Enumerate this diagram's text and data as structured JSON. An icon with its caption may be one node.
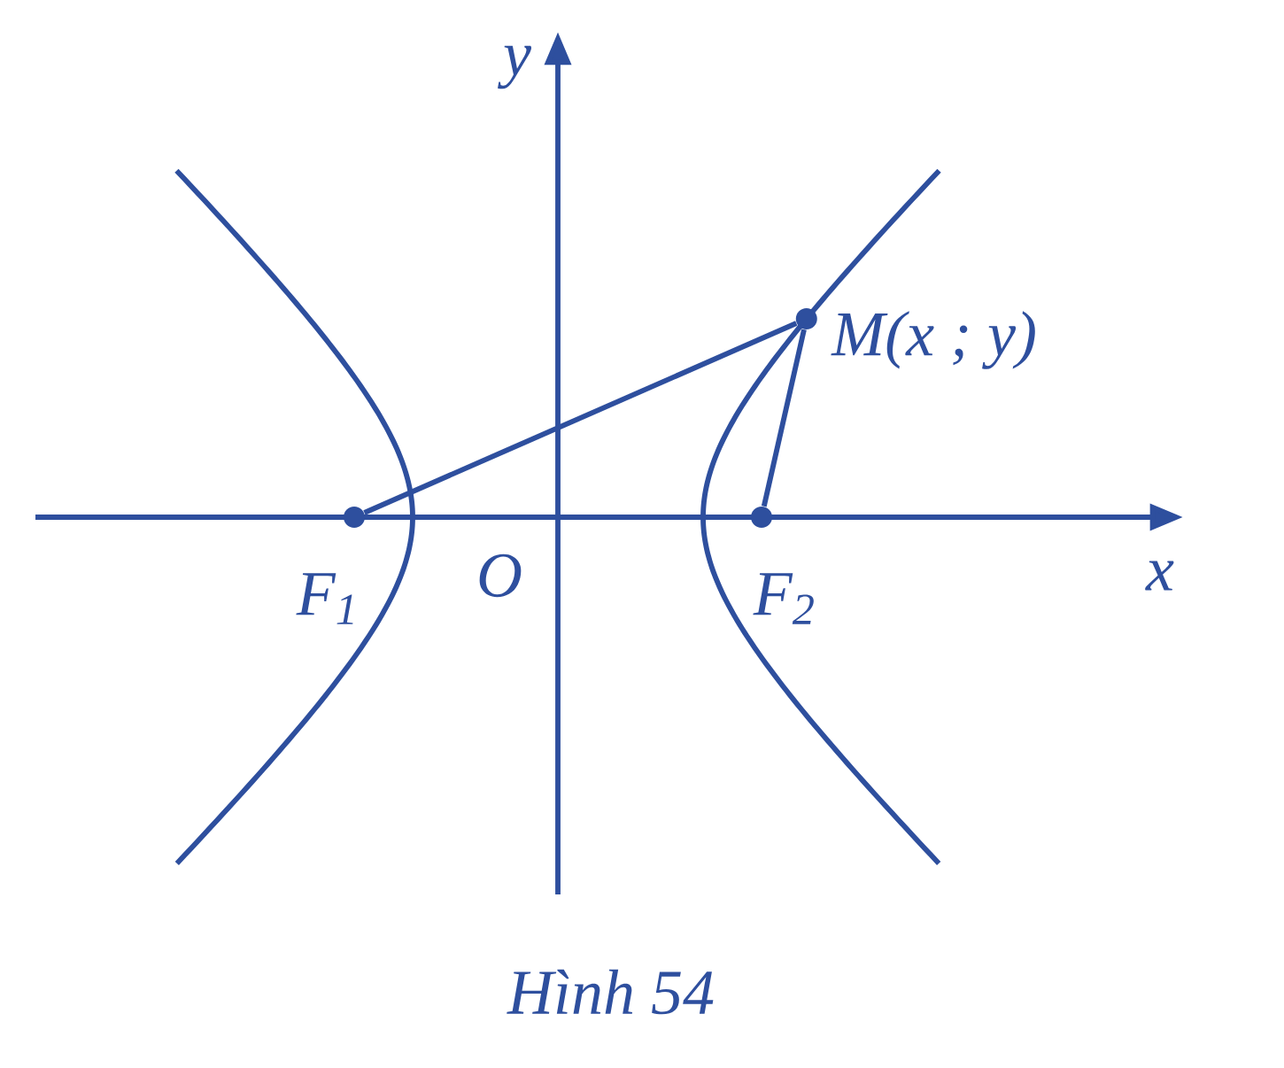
{
  "diagram": {
    "caption": "Hình 54",
    "nodes": [
      {
        "text": [],
        "shape": "circle",
        "beside": [
          "F$_{1}$"
        ]
      },
      {
        "text": [],
        "shape": "circle",
        "beside": [
          "F$_{2}$"
        ]
      },
      {
        "text": [],
        "shape": "circle",
        "beside": [
          "M(x ; y)"
        ]
      }
    ],
    "edges": [
      {
        "from": 0,
        "to": 2,
        "arrow": "none"
      },
      {
        "from": 1,
        "to": 2,
        "arrow": "none"
      }
    ],
    "labels": [
      "y",
      "x",
      "O"
    ]
  }
}
